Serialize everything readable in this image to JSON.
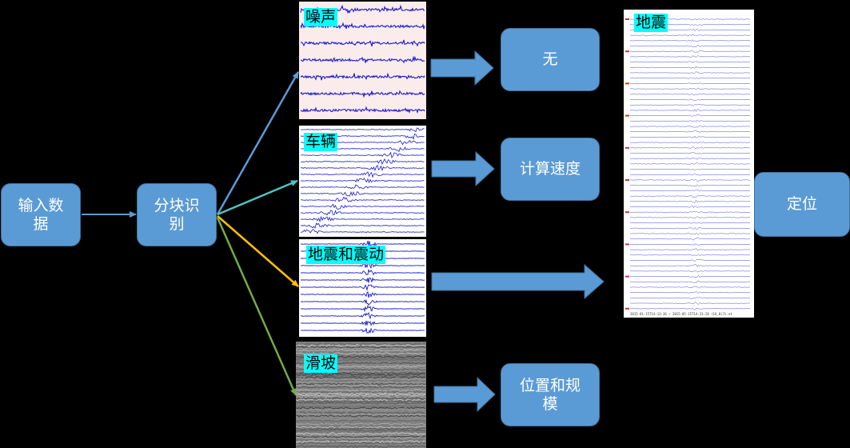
{
  "nodes": {
    "input": "输入数据",
    "classify": "分块识别",
    "none": "无",
    "speed": "计算速度",
    "locate": "定位",
    "position_scale": "位置和规模"
  },
  "panels": {
    "noise": "噪声",
    "vehicle": "车辆",
    "quake": "地震和震动",
    "landslide": "滑坡",
    "earthquake": "地震"
  },
  "earthquake_caption": "2015-01-15T14:13:36 ~ 2015-05-15T14:31:28 (16_0)7s.nt",
  "colors": {
    "box_fill": "#5b9bd5",
    "label_bg": "#00ffff",
    "trace": "#1a1acc",
    "arrow_noise": "#5b9bd5",
    "arrow_vehicle": "#4fc3c0",
    "arrow_quake": "#ffc000",
    "arrow_landslide": "#70ad47"
  }
}
